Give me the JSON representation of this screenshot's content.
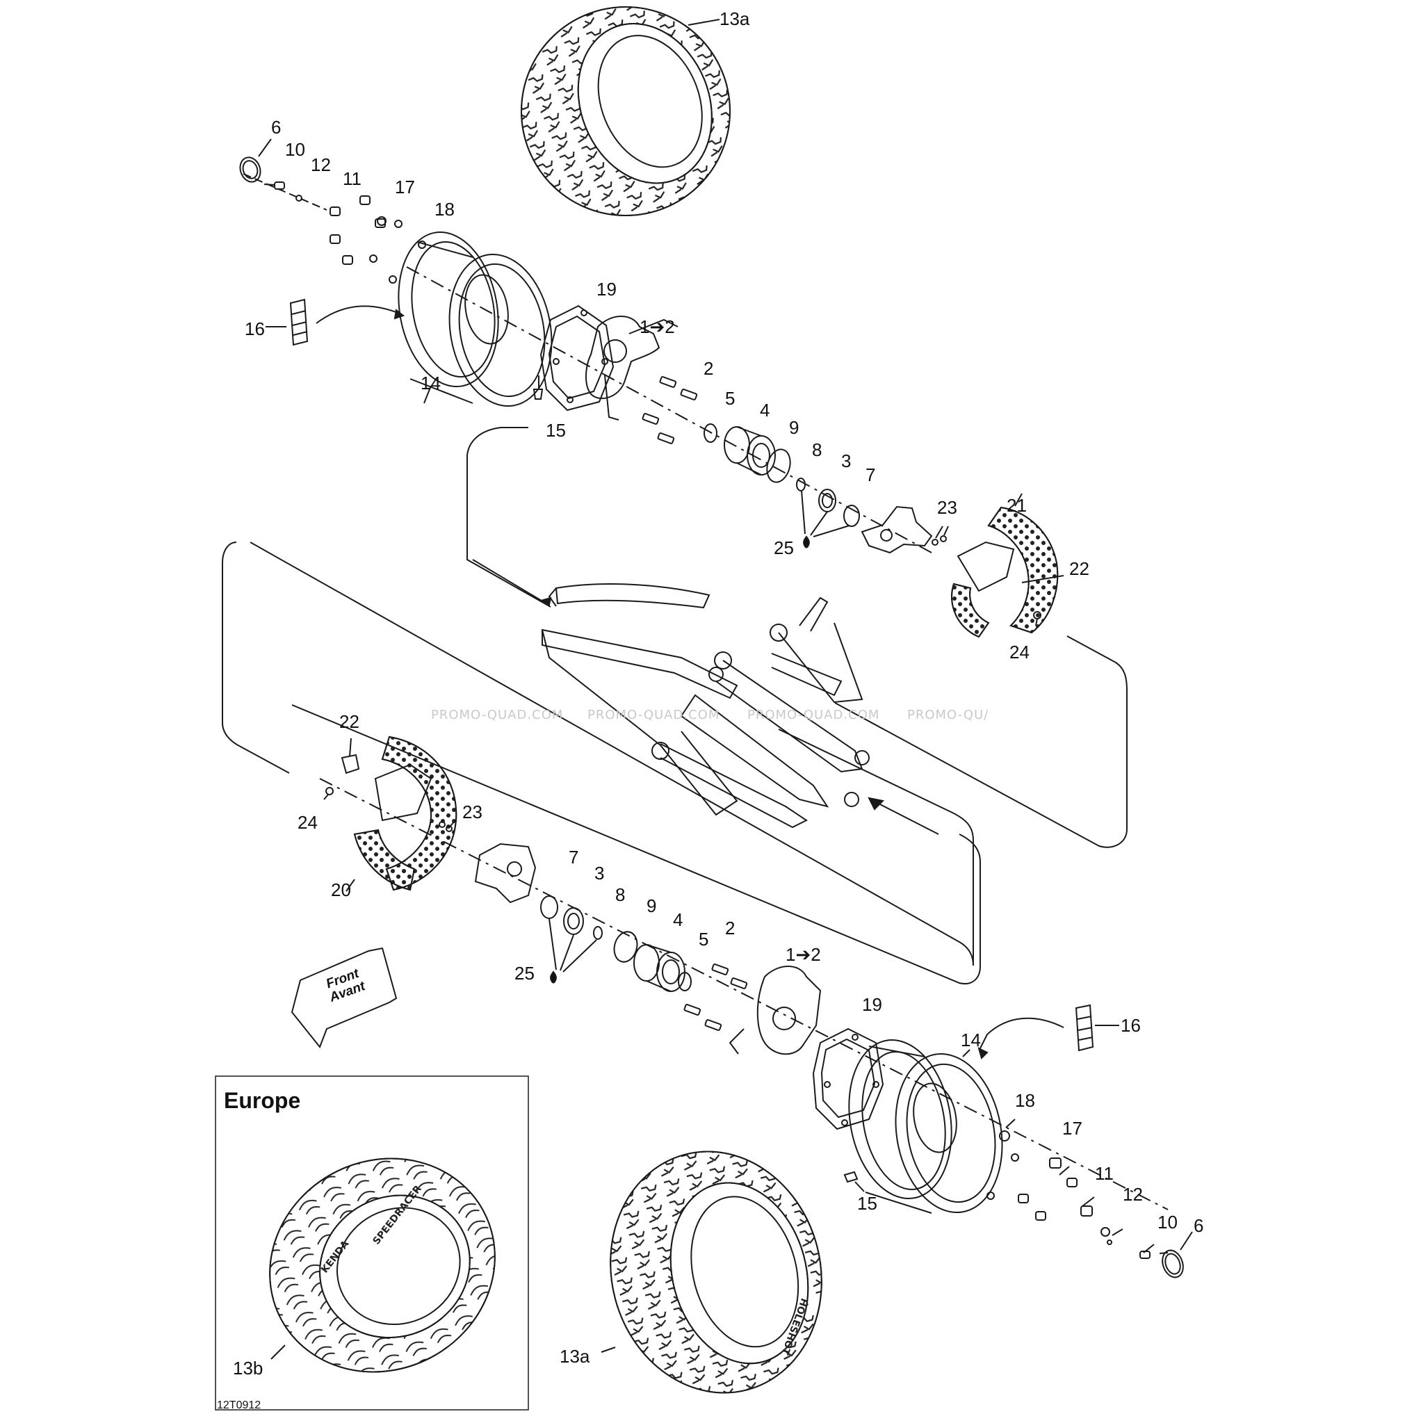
{
  "diagram": {
    "reference_code": "12T0912",
    "inset_title": "Europe",
    "direction_label": {
      "line1": "Front",
      "line2": "Avant"
    },
    "watermarks": [
      "PROMO-QUAD.COM",
      "PROMO-QUAD.COM",
      "PROMO-QUAD.COM",
      "PROMO-QU/"
    ],
    "tire_texts": {
      "kenda": "KENDA",
      "speedracer": "SPEEDRACER",
      "holeshot": "HOLESHOT"
    },
    "callouts": {
      "c13a_top": "13a",
      "c6_top": "6",
      "c10_top": "10",
      "c12_top": "12",
      "c11_top": "11",
      "c17_top": "17",
      "c18_top": "18",
      "c19_top": "19",
      "c1to2_top": "1➔2",
      "c16_top": "16",
      "c14_top": "14",
      "c2_top": "2",
      "c15_top": "15",
      "c5_top": "5",
      "c4_top": "4",
      "c9_top": "9",
      "c8_top": "8",
      "c3_top": "3",
      "c7_top": "7",
      "c23_top": "23",
      "c21": "21",
      "c22_top": "22",
      "c25_top": "25",
      "c24_top": "24",
      "c22_bot": "22",
      "c24_bot": "24",
      "c23_bot": "23",
      "c20": "20",
      "c7_bot": "7",
      "c3_bot": "3",
      "c8_bot": "8",
      "c9_bot": "9",
      "c4_bot": "4",
      "c5_bot": "5",
      "c2_bot": "2",
      "c1to2_bot": "1➔2",
      "c25_bot": "25",
      "c19_bot": "19",
      "c16_bot": "16",
      "c14_bot": "14",
      "c18_bot": "18",
      "c17_bot": "17",
      "c11_bot": "11",
      "c12_bot": "12",
      "c10_bot": "10",
      "c6_bot": "6",
      "c15_bot": "15",
      "c13a_bot": "13a",
      "c13b": "13b"
    }
  }
}
